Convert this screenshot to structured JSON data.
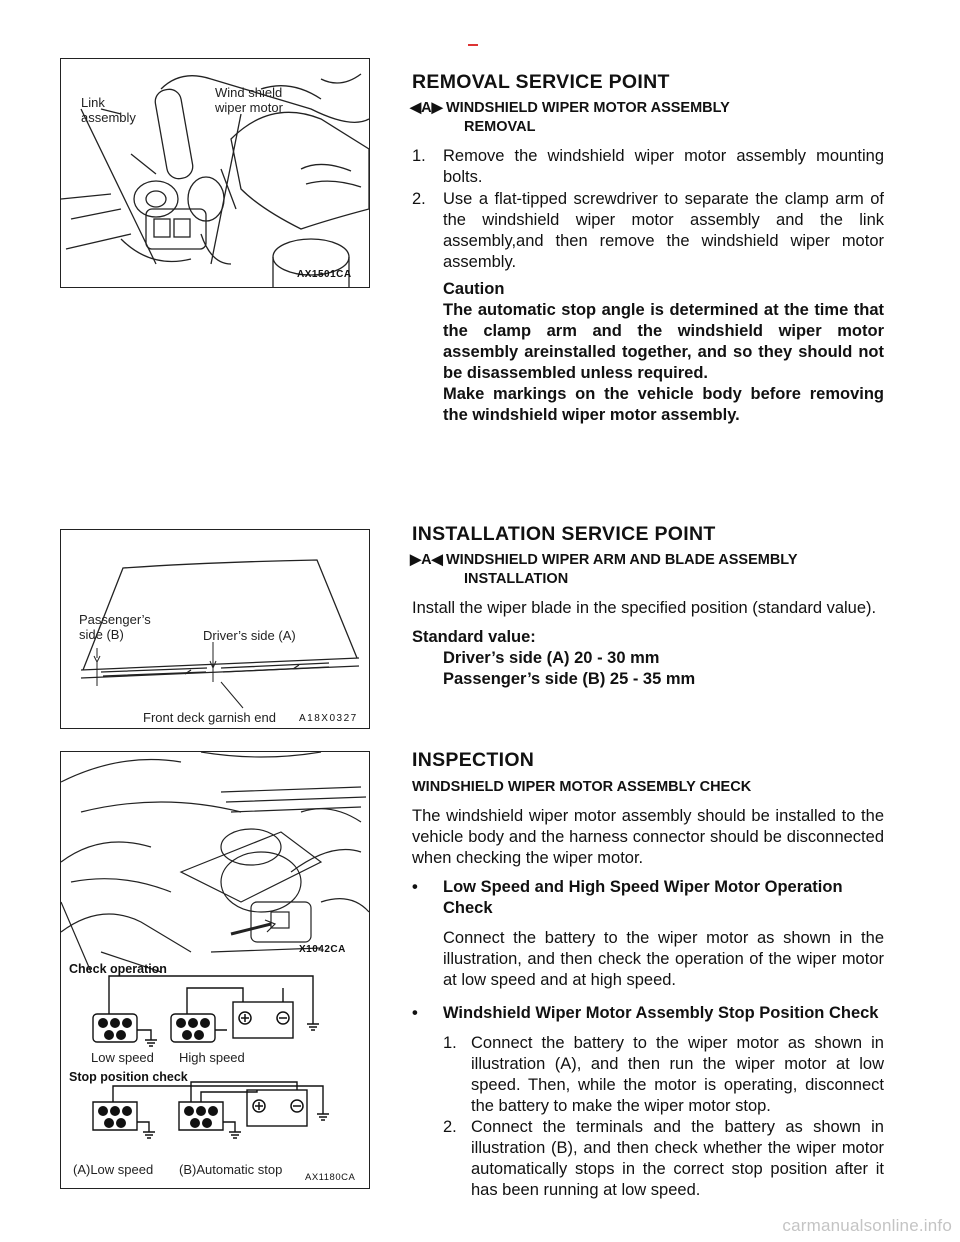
{
  "figure1": {
    "label_link": "Link\nassembly",
    "label_motor": "Wind shield\nwiper motor",
    "code": "AX1501CA"
  },
  "figure2": {
    "label_passenger": "Passenger’s\nside (B)",
    "label_driver": "Driver’s side (A)",
    "label_garnish": "Front deck garnish end",
    "code": "A18X0327"
  },
  "figure3": {
    "code_top": "X1042CA",
    "check_operation": "Check  operation",
    "low_speed": "Low speed",
    "high_speed": "High speed",
    "stop_position_check": "Stop  position  check",
    "a_low_speed": "(A)Low speed",
    "b_automatic_stop": "(B)Automatic stop",
    "code": "AX1180CA"
  },
  "removal": {
    "heading": "REMOVAL  SERVICE  POINT",
    "sub_tag": "◀A▶",
    "sub_line1": "WINDSHIELD WIPER MOTOR ASSEMBLY",
    "sub_line2": "REMOVAL",
    "step1_num": "1.",
    "step1": "Remove the windshield wiper motor assembly mounting bolts.",
    "step2_num": "2.",
    "step2": "Use a flat-tipped screwdriver to separate the clamp arm of the windshield wiper motor assembly and the link assembly,and then remove the windshield wiper motor assembly.",
    "caution_title": "Caution",
    "caution_text1": "The automatic stop angle is determined at the time that the clamp arm and the windshield wiper motor assembly areinstalled together, and so they should not be disassembled unless required.",
    "caution_text2": "Make markings on the vehicle body before removing the windshield wiper motor assembly."
  },
  "installation": {
    "heading": "INSTALLATION  SERVICE  POINT",
    "sub_tag": "▶A◀",
    "sub_line1": "WINDSHIELD WIPER ARM AND BLADE ASSEMBLY",
    "sub_line2": "INSTALLATION",
    "body": "Install the wiper blade in the specified position (standard value).",
    "std_title": "Standard  value:",
    "std_a": "Driver’s  side  (A)  20  -  30  mm",
    "std_b": "Passenger’s  side  (B)  25  -  35  mm"
  },
  "inspection": {
    "heading": "INSPECTION",
    "sub": "WINDSHIELD  WIPER  MOTOR  ASSEMBLY  CHECK",
    "intro": "The windshield wiper motor assembly should be installed to the vehicle body and the harness connector should be disconnected when checking the wiper motor.",
    "bullet": "•",
    "b1_title": "Low Speed and High Speed Wiper Motor Operation Check",
    "b1_text": "Connect the battery to the wiper motor as shown in the illustration, and then check the operation of the wiper motor at low speed and at high speed.",
    "b2_title": "Windshield Wiper Motor Assembly Stop Position Check",
    "b2_s1_num": "1.",
    "b2_s1": "Connect the battery to the wiper motor as shown in illustration (A), and then run the wiper motor at low speed. Then, while the motor is operating, disconnect the battery to make the wiper motor stop.",
    "b2_s2_num": "2.",
    "b2_s2": "Connect the terminals and the battery as shown in illustration (B), and then check whether the wiper motor automatically stops in the correct stop position after it has been running at low speed."
  },
  "watermark": "carmanualsonline.info"
}
